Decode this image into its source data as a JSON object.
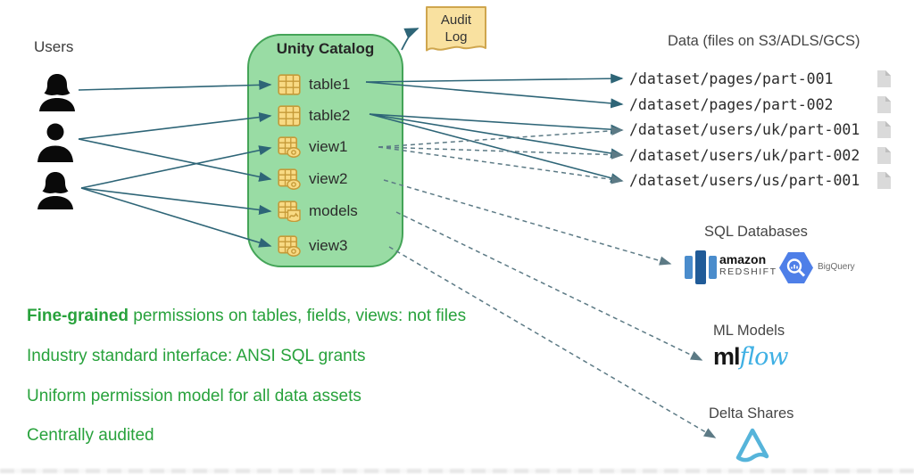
{
  "users": {
    "label": "Users",
    "icons": [
      "person-female",
      "person-male",
      "person-female"
    ]
  },
  "catalog": {
    "title": "Unity Catalog",
    "items": [
      {
        "label": "table1",
        "type": "table"
      },
      {
        "label": "table2",
        "type": "table"
      },
      {
        "label": "view1",
        "type": "view"
      },
      {
        "label": "view2",
        "type": "view"
      },
      {
        "label": "models",
        "type": "models"
      },
      {
        "label": "view3",
        "type": "view"
      }
    ]
  },
  "audit": {
    "line1": "Audit",
    "line2": "Log"
  },
  "data_files": {
    "title": "Data (files on S3/ADLS/GCS)",
    "items": [
      "/dataset/pages/part-001",
      "/dataset/pages/part-002",
      "/dataset/users/uk/part-001",
      "/dataset/users/uk/part-002",
      "/dataset/users/us/part-001"
    ]
  },
  "sql": {
    "title": "SQL Databases",
    "redshift_line1": "amazon",
    "redshift_line2": "REDSHIFT",
    "bigquery": "BigQuery"
  },
  "ml": {
    "title": "ML Models",
    "logo_ml": "ml",
    "logo_flow": "flow"
  },
  "delta": {
    "title": "Delta Shares"
  },
  "notes": [
    {
      "bold": "Fine-grained",
      "rest": " permissions on tables, fields, views: not files"
    },
    {
      "bold": "",
      "rest": "Industry standard interface: ANSI SQL grants"
    },
    {
      "bold": "",
      "rest": "Uniform permission model for all data assets"
    },
    {
      "bold": "",
      "rest": "Centrally audited"
    }
  ],
  "edges": {
    "solid": [
      {
        "from": "user1",
        "to": "table1"
      },
      {
        "from": "user2",
        "to": "table2"
      },
      {
        "from": "user2",
        "to": "view2"
      },
      {
        "from": "user3",
        "to": "view1"
      },
      {
        "from": "user3",
        "to": "models"
      },
      {
        "from": "user3",
        "to": "view3"
      },
      {
        "from": "table1",
        "to": "path1"
      },
      {
        "from": "table1",
        "to": "path2"
      },
      {
        "from": "table2",
        "to": "path3"
      },
      {
        "from": "table2",
        "to": "path4"
      },
      {
        "from": "table2",
        "to": "path5"
      }
    ],
    "dashed": [
      {
        "from": "view1",
        "to": "path3"
      },
      {
        "from": "view1",
        "to": "path4"
      },
      {
        "from": "view1",
        "to": "path5"
      },
      {
        "from": "view2",
        "to": "redshift"
      },
      {
        "from": "models",
        "to": "mlflow"
      },
      {
        "from": "view3",
        "to": "delta"
      }
    ],
    "audit": {
      "from": "unity-catalog",
      "to": "audit-log"
    }
  },
  "colors": {
    "catalog_fill": "#99dca4",
    "catalog_border": "#44a458",
    "icon_yellow_fill": "#f8da84",
    "icon_yellow_stroke": "#c59a38",
    "note_fill": "#f9e1a0",
    "note_stroke": "#cfa64e",
    "arrow_solid": "#2e6577",
    "arrow_dashed": "#5c7a85",
    "green_text": "#28a23c",
    "redshift_blue_dark": "#205b98",
    "redshift_blue_light": "#4a8ccc",
    "bigquery_blue": "#4e7fe8",
    "mlflow_blue": "#3fb0e4",
    "delta_blue": "#56b4da"
  }
}
